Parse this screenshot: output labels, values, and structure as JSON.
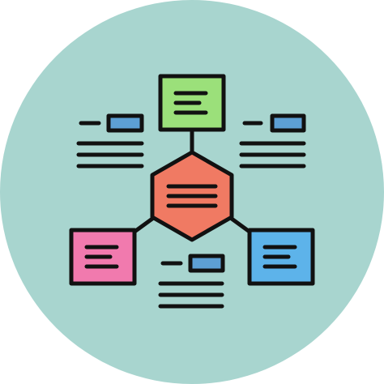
{
  "icon": {
    "name": "hierarchy-diagram-icon",
    "colors": {
      "background_circle": "#A8D5CF",
      "outline": "#111111",
      "hexagon_fill": "#F07A63",
      "top_square_fill": "#9BE07A",
      "left_square_fill": "#F17AAE",
      "right_square_fill": "#5DB3EA",
      "label_tag_fill": "#5D9FD4"
    },
    "nodes": [
      "center-hexagon-node",
      "top-square-node",
      "left-square-node",
      "right-square-node"
    ],
    "text_blocks": [
      "top-left-text-block",
      "top-right-text-block",
      "bottom-center-text-block"
    ]
  }
}
